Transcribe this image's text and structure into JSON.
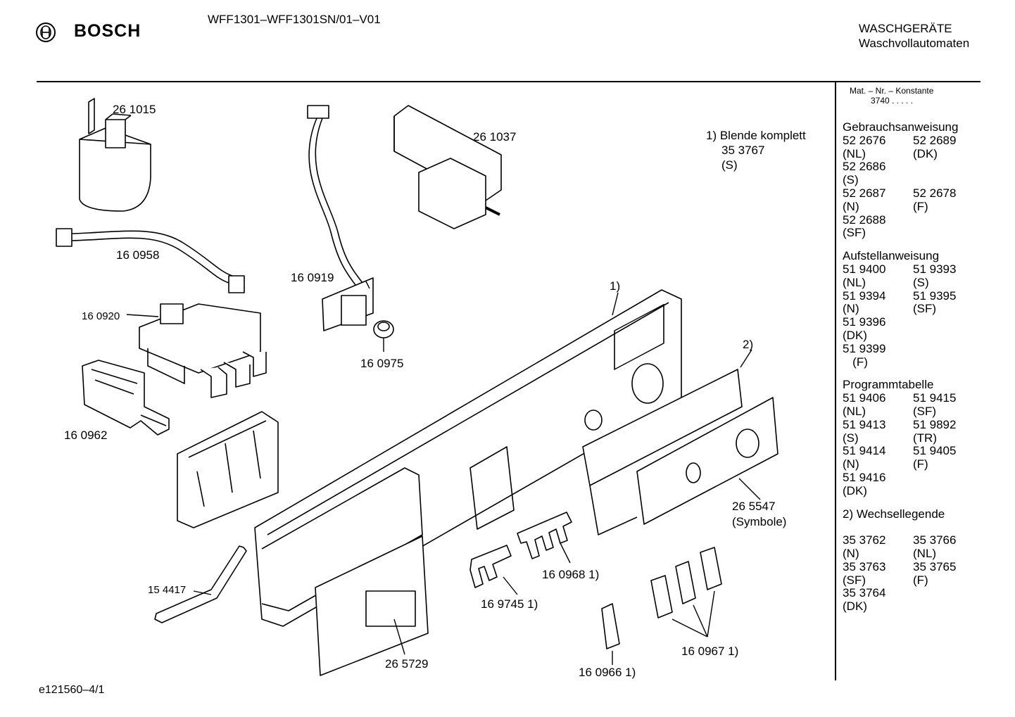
{
  "header": {
    "brand": "BOSCH",
    "model": "WFF1301–WFF1301SN/01–V01",
    "category_line1": "WASCHGERÄTE",
    "category_line2": "Waschvollautomaten"
  },
  "footer": {
    "code": "e121560–4/1"
  },
  "note": {
    "line1": "1) Blende komplett",
    "line2": "35 3767",
    "line3": "(S)"
  },
  "parts": [
    {
      "label": "26 1015"
    },
    {
      "label": "16 0958"
    },
    {
      "label": "16 0920"
    },
    {
      "label": "16 0962"
    },
    {
      "label": "16 0919"
    },
    {
      "label": "16 0975"
    },
    {
      "label": "26 1037"
    },
    {
      "label": "1)"
    },
    {
      "label": "2)"
    },
    {
      "label": "26 5547"
    },
    {
      "label": "(Symbole)"
    },
    {
      "label": "15 4417"
    },
    {
      "label": "16 0968 1)"
    },
    {
      "label": "16 9745 1)"
    },
    {
      "label": "26 5729"
    },
    {
      "label": "16 0966 1)"
    },
    {
      "label": "16 0967 1)"
    }
  ],
  "sidebar": {
    "header": "Mat. – Nr. – Konstante",
    "constant": "3740  .  .  .  .  .",
    "sections": [
      {
        "title": "Gebrauchsanweisung",
        "rows": [
          [
            "52 2676",
            "52 2689"
          ],
          [
            "(NL)",
            "(DK)"
          ],
          [
            "52 2686",
            ""
          ],
          [
            "(S)",
            ""
          ],
          [
            "52 2687",
            "52 2678"
          ],
          [
            "(N)",
            "(F)"
          ],
          [
            "52 2688",
            ""
          ],
          [
            "(SF)",
            ""
          ]
        ]
      },
      {
        "title": "Aufstellanweisung",
        "rows": [
          [
            "51 9400",
            "51 9393"
          ],
          [
            "(NL)",
            "(S)"
          ],
          [
            "51 9394",
            "51 9395"
          ],
          [
            "(N)",
            "(SF)"
          ],
          [
            "51 9396",
            ""
          ],
          [
            "(DK)",
            ""
          ],
          [
            "51 9399",
            ""
          ],
          [
            "   (F)",
            ""
          ]
        ]
      },
      {
        "title": "Programmtabelle",
        "rows": [
          [
            "51 9406",
            "51 9415"
          ],
          [
            "(NL)",
            "(SF)"
          ],
          [
            "51 9413",
            "51 9892"
          ],
          [
            "(S)",
            "(TR)"
          ],
          [
            "51 9414",
            "51 9405"
          ],
          [
            "(N)",
            "(F)"
          ],
          [
            "51 9416",
            ""
          ],
          [
            "(DK)",
            ""
          ]
        ]
      },
      {
        "title": "2) Wechsellegende",
        "rows": [
          [
            "",
            ""
          ],
          [
            "35 3762",
            "35 3766"
          ],
          [
            "(N)",
            "(NL)"
          ],
          [
            "35 3763",
            "35 3765"
          ],
          [
            "(SF)",
            "(F)"
          ],
          [
            "35 3764",
            ""
          ],
          [
            "(DK)",
            ""
          ]
        ]
      }
    ]
  }
}
